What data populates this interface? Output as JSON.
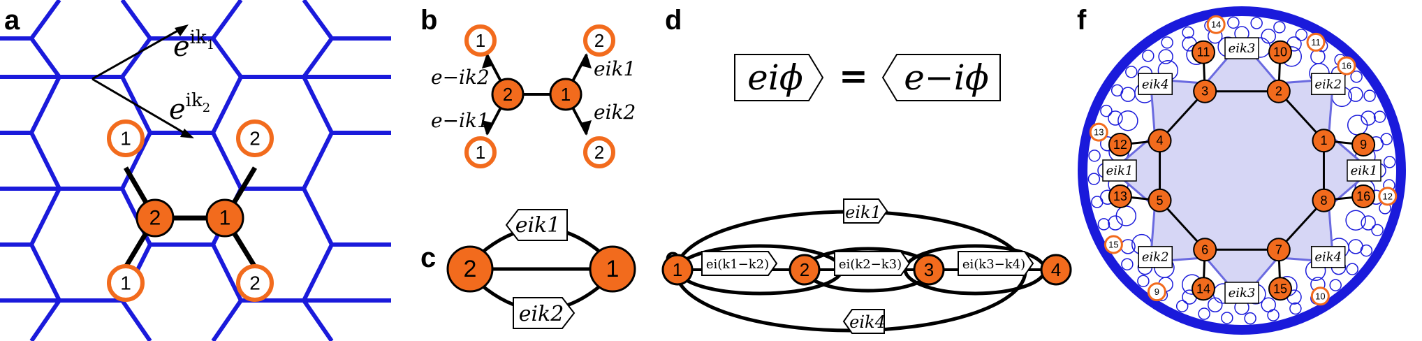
{
  "panels": {
    "a": {
      "label": "a",
      "vec1": "e",
      "vec1_sup": "ik",
      "vec1_sub": "1",
      "vec2": "e",
      "vec2_sup": "ik",
      "vec2_sub": "2",
      "node_labels": [
        "1",
        "2",
        "2",
        "1",
        "1",
        "2"
      ]
    },
    "b": {
      "label": "b",
      "node_labels": [
        "1",
        "2",
        "1",
        "2",
        "1",
        "2"
      ],
      "edge_labels": [
        "e−ik2",
        "e−ik1",
        "eik1",
        "eik2"
      ]
    },
    "c": {
      "label": "c",
      "node_labels": [
        "2",
        "1"
      ],
      "tag_top": "eik1",
      "tag_bottom": "eik2"
    },
    "d": {
      "label": "d",
      "left": "eiϕ",
      "equals": "=",
      "right": "e−iϕ"
    },
    "e": {
      "label": "e",
      "node_labels": [
        "1",
        "2",
        "3",
        "4"
      ],
      "tag_top": "eik1",
      "tag_bottom": "eik4",
      "tag_12": "ei(k1−k2)",
      "tag_23": "ei(k2−k3)",
      "tag_34": "ei(k3−k4)"
    },
    "f": {
      "label": "f",
      "inner_nodes": [
        "1",
        "2",
        "3",
        "4",
        "5",
        "6",
        "7",
        "8"
      ],
      "outer_nodes": [
        "9",
        "10",
        "11",
        "12",
        "13",
        "14",
        "15",
        "16"
      ],
      "ghost_nodes": [
        "9",
        "10",
        "11",
        "12",
        "13",
        "14",
        "15",
        "16"
      ],
      "tags": [
        "eik1",
        "eik2",
        "eik3",
        "eik4",
        "eik1",
        "eik2",
        "eik3",
        "eik4"
      ]
    }
  },
  "colors": {
    "orange": "#f26b1d",
    "blue": "#1a1adb",
    "lavender": "#d6d6f5"
  }
}
